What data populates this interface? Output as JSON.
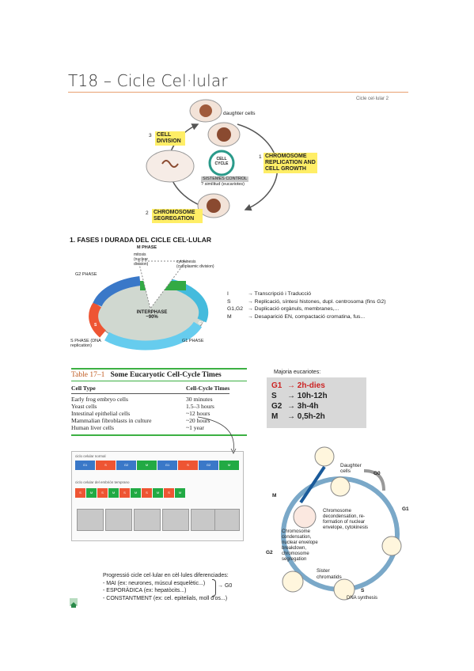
{
  "page": {
    "title": "T18 – Cicle Cel·lular",
    "page_ref": "Cicle cel·lular   2"
  },
  "cycle_diagram": {
    "daughter_cells": "daughter cells",
    "step1_num": "1",
    "step1": "CHROMOSOME REPLICATION AND CELL GROWTH",
    "step2_num": "2",
    "step2": "CHROMOSOME SEGREGATION",
    "step3_num": "3",
    "step3": "CELL DIVISION",
    "center_line1": "CELL",
    "center_line2": "CYCLE",
    "control_line1": "SISTEMES CONTROL",
    "control_line2": "? similitud (eucariotes)"
  },
  "section1": {
    "heading": "1. FASES I DURADA DEL CICLE CEL·LULAR"
  },
  "phase_wheel": {
    "m_phase": "M PHASE",
    "mitosis": "mitosis (nuclear division)",
    "cytokinesis": "cytokinesis (cytoplasmic division)",
    "g2_phase": "G2 PHASE",
    "g1_phase": "G1 PHASE",
    "s_phase": "S PHASE (DNA replication)",
    "interphase": "INTERPHASE",
    "interphase_pct": "~90%",
    "lbl_m": "M",
    "lbl_g2": "G2",
    "lbl_s": "S",
    "lbl_g1": "G1"
  },
  "phase_legend": [
    {
      "key": "I",
      "text": "→ Transcripció i Traducció"
    },
    {
      "key": "S",
      "text": "→ Replicació, síntesi histones, dupl. centrosoma (fins G2)"
    },
    {
      "key": "G1,G2",
      "text": "→ Duplicació orgànuls, membranes,..."
    },
    {
      "key": "M",
      "text": "→ Desaparició EN, compactació cromatina, fus..."
    }
  ],
  "table": {
    "title": "Table 17–1",
    "caption": "Some Eucaryotic Cell-Cycle Times",
    "col1": "Cell Type",
    "col2": "Cell-Cycle Times",
    "rows": [
      {
        "type": "Early frog embryo cells",
        "time": "30 minutes"
      },
      {
        "type": "Yeast cells",
        "time": "1.5–3 hours"
      },
      {
        "type": "Intestinal epithelial cells",
        "time": "~12 hours"
      },
      {
        "type": "Mammalian fibroblasts in culture",
        "time": "~20 hours"
      },
      {
        "type": "Human liver cells",
        "time": "~1 year"
      }
    ]
  },
  "eukaryotes": {
    "heading": "Majoria eucariotes:",
    "rows": [
      {
        "key": "G1",
        "value": "→ 2h-dies",
        "color": "#cc2222"
      },
      {
        "key": "S",
        "value": "→ 10h-12h",
        "color": "#111111"
      },
      {
        "key": "G2",
        "value": "→ 3h-4h",
        "color": "#111111"
      },
      {
        "key": "M",
        "value": "→ 0,5h-2h",
        "color": "#111111"
      }
    ]
  },
  "embryo_figure": {
    "normal_label": "ciclo celular normal",
    "embryo_label": "ciclo celular del embrión temprano",
    "normal_bars": [
      {
        "label": "G1",
        "color": "#3a78c8"
      },
      {
        "label": "S",
        "color": "#ee5533"
      },
      {
        "label": "G2",
        "color": "#3a78c8"
      },
      {
        "label": "M",
        "color": "#22aa44"
      },
      {
        "label": "G1",
        "color": "#3a78c8"
      },
      {
        "label": "S",
        "color": "#ee5533"
      },
      {
        "label": "G2",
        "color": "#3a78c8"
      },
      {
        "label": "M",
        "color": "#22aa44"
      }
    ],
    "embryo_bars": [
      {
        "label": "S",
        "color": "#ee5533"
      },
      {
        "label": "M",
        "color": "#22aa44"
      },
      {
        "label": "S",
        "color": "#ee5533"
      },
      {
        "label": "M",
        "color": "#22aa44"
      },
      {
        "label": "S",
        "color": "#ee5533"
      },
      {
        "label": "M",
        "color": "#22aa44"
      },
      {
        "label": "S",
        "color": "#ee5533"
      },
      {
        "label": "M",
        "color": "#22aa44"
      },
      {
        "label": "S",
        "color": "#ee5533"
      },
      {
        "label": "M",
        "color": "#22aa44"
      }
    ]
  },
  "detailed_cycle": {
    "daughter_cells": "Daughter cells",
    "g0": "G0",
    "g1": "G1",
    "g2": "G2",
    "m": "M",
    "s": "S",
    "dna_synthesis": "DNA synthesis",
    "sister_chromatids": "Sister chromatids",
    "decondensation": "Chromosome decondensation, re-formation of nuclear envelope, cytokinesis",
    "condensation": "Chromosome condensation, nuclear envelope breakdown, chromosome segregation"
  },
  "progression": {
    "heading": "Progressió cicle cel·lular en cèl·lules diferenciades:",
    "items": [
      "- MAI (ex: neurones, múscul esquelètic...)",
      "- ESPORÀDICA (ex: hepatòcits...)",
      "- CONSTANTMENT (ex: cel. epitelials, moll d'os...)"
    ],
    "arrow_target": "→ G0"
  }
}
